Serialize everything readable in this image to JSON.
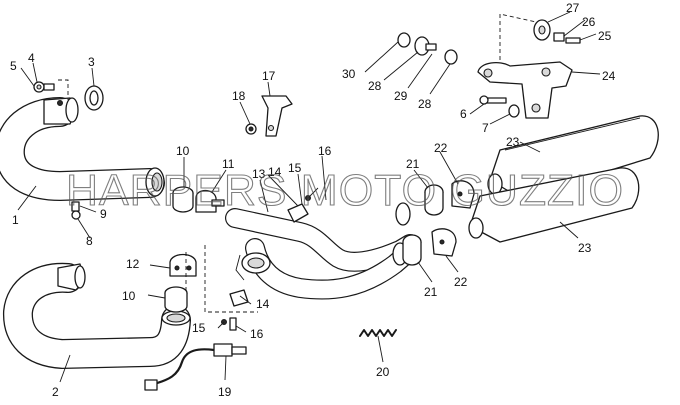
{
  "watermark": "HARPERS MOTO GUZZIO",
  "callouts": {
    "c1": "1",
    "c2": "2",
    "c3": "3",
    "c4": "4",
    "c5": "5",
    "c6": "6",
    "c7": "7",
    "c8": "8",
    "c9": "9",
    "c10a": "10",
    "c10b": "10",
    "c11": "11",
    "c12": "12",
    "c13": "13",
    "c14a": "14",
    "c14b": "14",
    "c15a": "15",
    "c15b": "15",
    "c16a": "16",
    "c16b": "16",
    "c17": "17",
    "c18": "18",
    "c19": "19",
    "c20": "20",
    "c21a": "21",
    "c21b": "21",
    "c22a": "22",
    "c22b": "22",
    "c23a": "23",
    "c23b": "23",
    "c24": "24",
    "c25": "25",
    "c26": "26",
    "c27": "27",
    "c28a": "28",
    "c28b": "28",
    "c29": "29",
    "c30": "30"
  }
}
